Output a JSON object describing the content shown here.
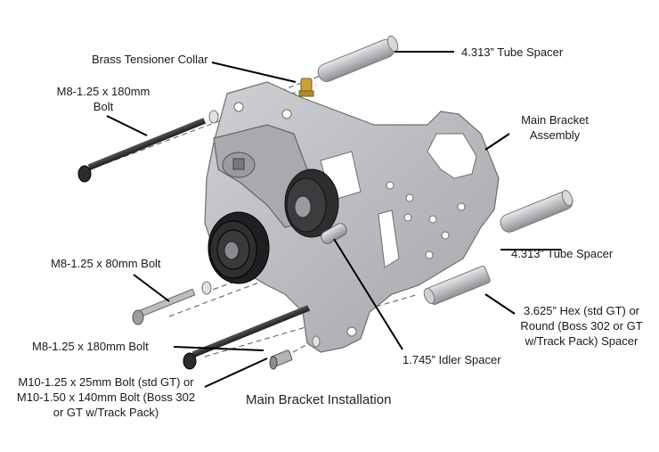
{
  "caption": "Main Bracket Installation",
  "labels": {
    "brass_collar": "Brass Tensioner Collar",
    "tube_spacer_top": "4.313” Tube Spacer",
    "bolt_top_l1": "M8-1.25 x 180mm",
    "bolt_top_l2": "Bolt",
    "main_bracket_l1": "Main Bracket",
    "main_bracket_l2": "Assembly",
    "tube_spacer_right": "4.313” Tube Spacer",
    "bolt_80": "M8-1.25 x 80mm Bolt",
    "hex_l1": "3.625” Hex (std GT) or",
    "hex_l2": "Round (Boss 302 or GT",
    "hex_l3": "w/Track Pack) Spacer",
    "bolt_180_lower": "M8-1.25 x 180mm Bolt",
    "idler_spacer": "1.745” Idler Spacer",
    "m10_l1": "M10-1.25 x 25mm Bolt (std GT) or",
    "m10_l2": "M10-1.50 x 140mm Bolt (Boss 302",
    "m10_l3": "or GT w/Track Pack)"
  },
  "colors": {
    "bracket": "#b9b9bd",
    "bracket_dark": "#8d8d92",
    "pulley": "#2a2a2a",
    "bolt": "#3a3a3a",
    "brass": "#c9a23c",
    "leader": "#000000",
    "centerline": "#555555"
  }
}
